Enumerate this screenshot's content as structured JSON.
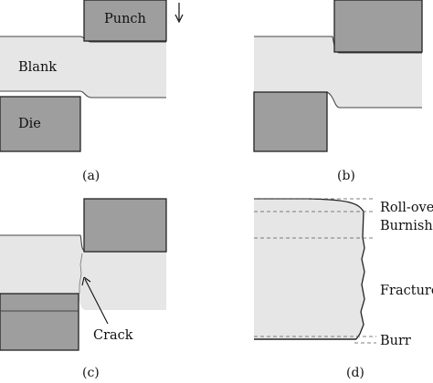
{
  "panels": {
    "a": {
      "caption": "(a)",
      "punch_label": "Punch",
      "blank_label": "Blank",
      "die_label": "Die"
    },
    "b": {
      "caption": "(b)"
    },
    "c": {
      "caption": "(c)",
      "crack_label": "Crack"
    },
    "d": {
      "caption": "(d)",
      "zones": {
        "rollover": "Roll-over",
        "burnish": "Burnish",
        "fracture": "Fracture",
        "burr": "Burr"
      }
    }
  },
  "colors": {
    "tool": "#9e9e9e",
    "blank": "#e6e6e6",
    "outline": "#222222"
  },
  "icons": {
    "punch_direction": "down-arrow-icon"
  }
}
